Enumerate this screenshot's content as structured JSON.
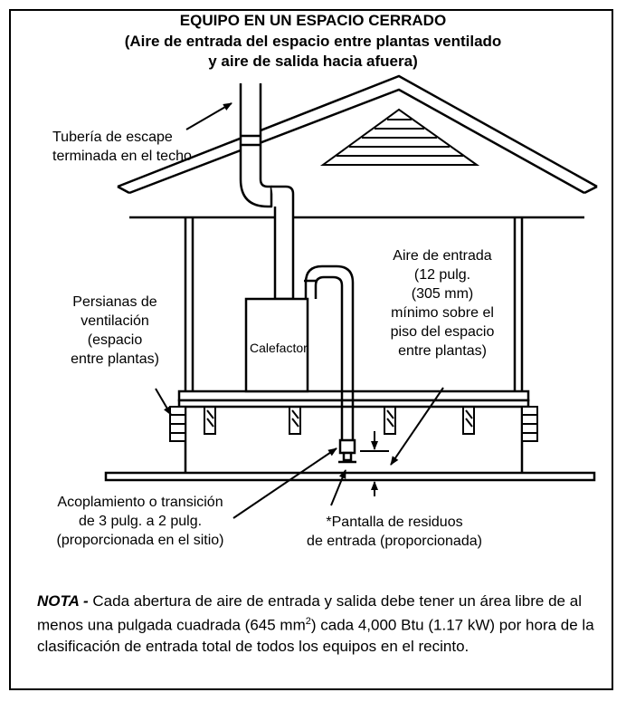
{
  "title": {
    "line1": "EQUIPO EN UN ESPACIO CERRADO",
    "line2": "(Aire de entrada del espacio entre plantas ventilado",
    "line3": "y aire de salida hacia afuera)"
  },
  "labels": {
    "exhaust": [
      "Tubería de escape",
      "terminada en el techo"
    ],
    "louvers": [
      "Persianas de",
      "ventilación",
      "(espacio",
      "entre plantas)"
    ],
    "furnace": "Calefactor",
    "intake": [
      "Aire de entrada",
      "(12 pulg.",
      "(305 mm)",
      "mínimo sobre el",
      "piso del espacio",
      "entre plantas)"
    ],
    "coupling": [
      "Acoplamiento o transición",
      "de 3 pulg. a 2 pulg.",
      "(proporcionada en el sitio)"
    ],
    "screen": [
      "*Pantalla de residuos",
      "de entrada (proporcionada)"
    ]
  },
  "note": {
    "label": "NOTA -",
    "text_before_sup": " Cada abertura de aire de entrada y salida debe tener un área libre de al menos una pulgada cuadrada (645 mm",
    "sup": "2",
    "text_after_sup": ") cada 4,000 Btu (1.17 kW) por hora de la clasificación de entrada total de todos los equipos en el recinto."
  }
}
